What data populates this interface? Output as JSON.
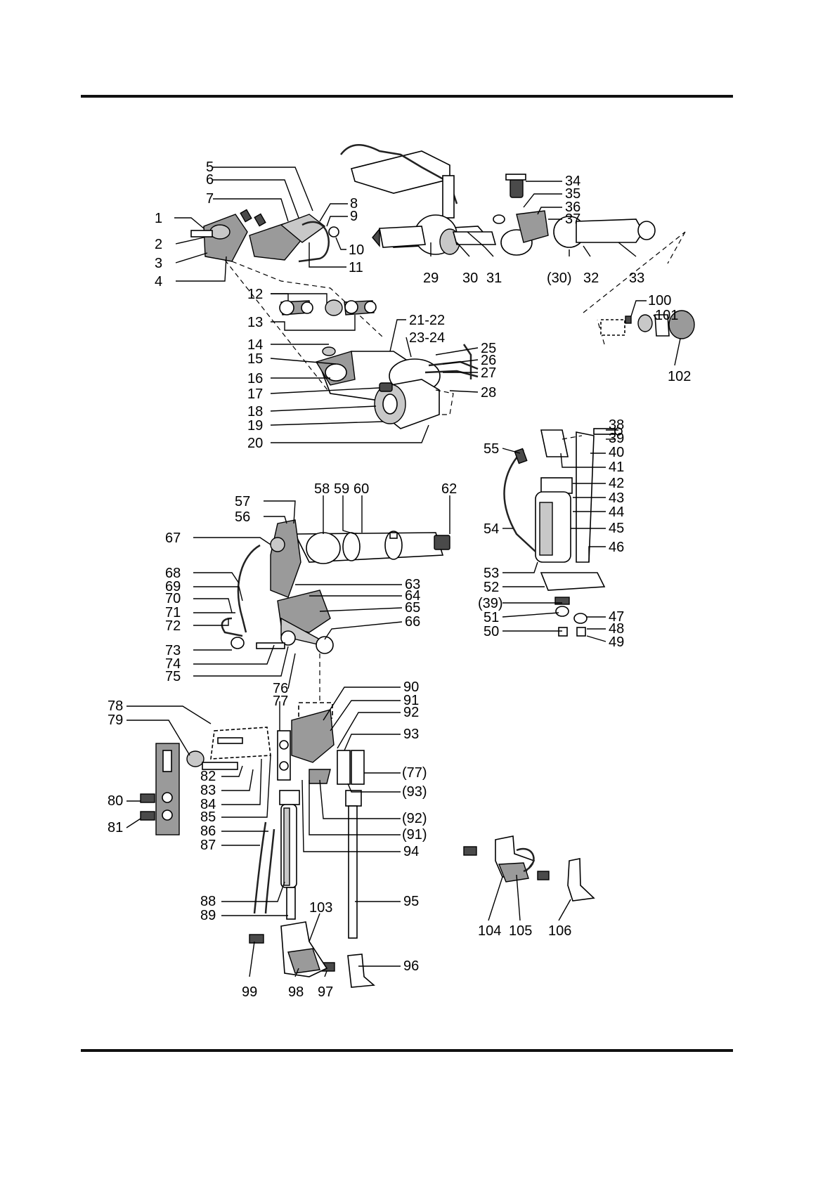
{
  "figure": {
    "group_a_labels": [
      "1",
      "2",
      "3",
      "4",
      "5",
      "6",
      "7",
      "8",
      "9",
      "10",
      "11",
      "12",
      "13",
      "14",
      "15",
      "16",
      "17",
      "18",
      "19",
      "20",
      "21-22",
      "23-24",
      "25",
      "26",
      "27",
      "28"
    ],
    "group_b_labels": [
      "29",
      "30",
      "31",
      "(30)",
      "32",
      "33",
      "34",
      "35",
      "36",
      "37",
      "100",
      "101",
      "102"
    ],
    "group_c_labels": [
      "38",
      "39",
      "40",
      "41",
      "42",
      "43",
      "44",
      "45",
      "46",
      "47",
      "48",
      "49",
      "50",
      "51",
      "(39)",
      "52",
      "53",
      "54",
      "55"
    ],
    "group_d_labels": [
      "56",
      "57",
      "58",
      "59",
      "60",
      "62",
      "63",
      "64",
      "65",
      "66",
      "67",
      "68",
      "69",
      "70",
      "71",
      "72",
      "73",
      "74",
      "75",
      "76"
    ],
    "group_e_labels": [
      "77",
      "78",
      "79",
      "80",
      "81",
      "82",
      "83",
      "84",
      "85",
      "86",
      "87",
      "88",
      "89",
      "90",
      "91",
      "92",
      "93",
      "(77)",
      "(93)",
      "(92)",
      "(91)",
      "94",
      "95",
      "96",
      "97",
      "98",
      "99",
      "103"
    ],
    "group_f_labels": [
      "104",
      "105",
      "106"
    ]
  }
}
